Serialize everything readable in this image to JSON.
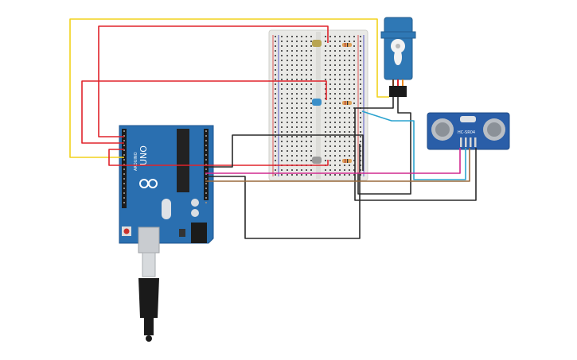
{
  "arduino": {
    "model_label": "UNO",
    "brand_label": "ARDUINO"
  },
  "sensor": {
    "model_label": "HC-SR04"
  },
  "colors": {
    "board": "#2a6fb0",
    "breadboard": "#e9e9e6",
    "wire_yellow": "#f2d21b",
    "wire_red": "#e0232b",
    "wire_black": "#2a2a2a",
    "wire_blue": "#2ba3cf",
    "wire_magenta": "#d12a8f",
    "wire_brown": "#9a6a3c",
    "servo": "#2f78b5",
    "sensor_board": "#2a5ea8"
  },
  "components": [
    "arduino-uno",
    "breadboard",
    "servo-motor",
    "ultrasonic-sensor",
    "led-yellow",
    "led-blue",
    "led-white",
    "resistor",
    "usb-cable"
  ]
}
